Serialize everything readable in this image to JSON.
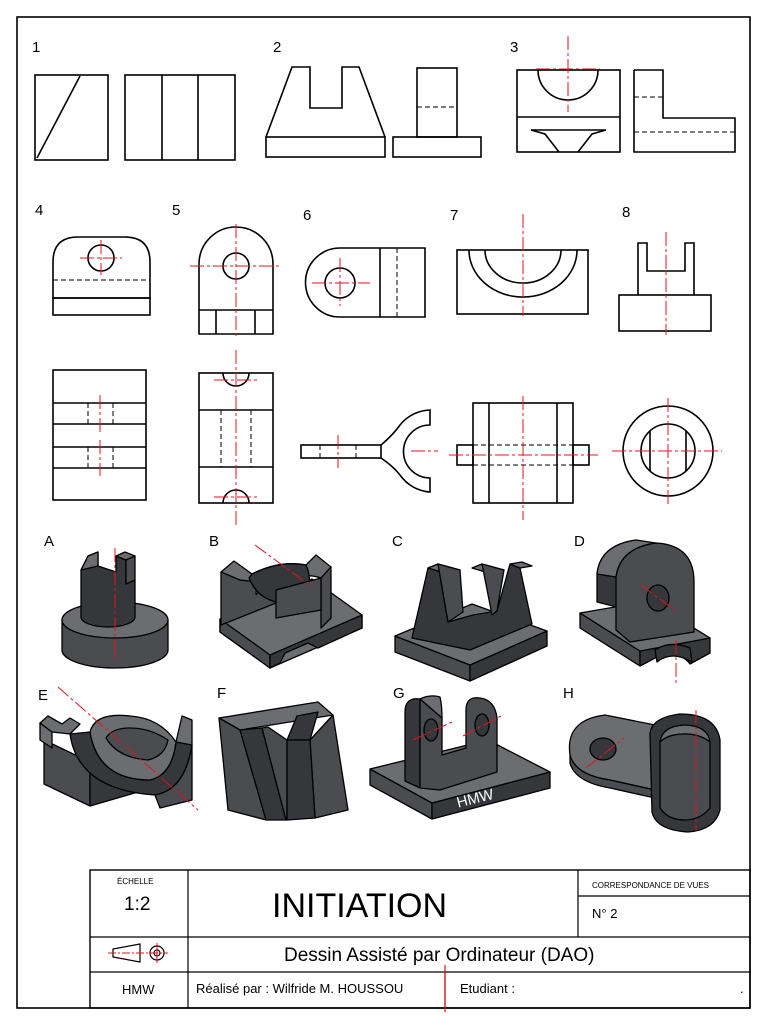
{
  "exercises": [
    {
      "label": "1"
    },
    {
      "label": "2"
    },
    {
      "label": "3"
    },
    {
      "label": "4"
    },
    {
      "label": "5"
    },
    {
      "label": "6"
    },
    {
      "label": "7"
    },
    {
      "label": "8"
    }
  ],
  "parts": [
    {
      "label": "A"
    },
    {
      "label": "B"
    },
    {
      "label": "C"
    },
    {
      "label": "D"
    },
    {
      "label": "E"
    },
    {
      "label": "F"
    },
    {
      "label": "G"
    },
    {
      "label": "H"
    }
  ],
  "part_g_engraving": "HMW",
  "title_block": {
    "scale_heading": "ÉCHELLE",
    "scale_value": "1:2",
    "title": "INITIATION",
    "correspondence_heading": "CORRESPONDANCE DE VUES",
    "sheet_number": "N° 2",
    "subtitle": "Dessin Assisté par Ordinateur (DAO)",
    "author_code": "HMW",
    "made_by": "Réalisé par : Wilfride M. HOUSSOU",
    "student": "Etudiant :",
    "trailing_dot": "."
  },
  "colors": {
    "line": "#000000",
    "axis": "#e0141e",
    "shade_light": "#6b6d70",
    "shade_mid": "#4a4c4f",
    "shade_dark": "#35373a"
  }
}
